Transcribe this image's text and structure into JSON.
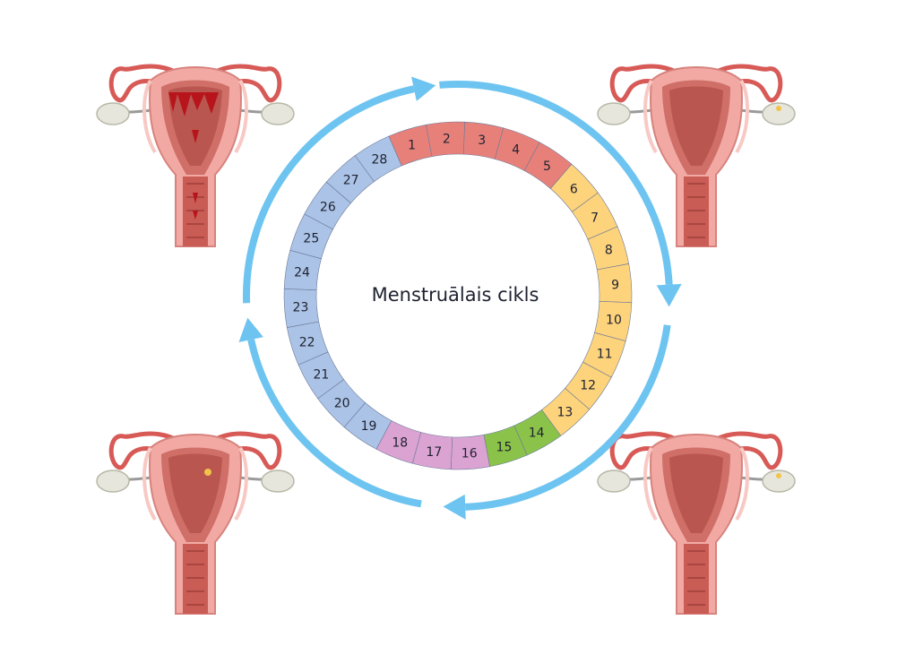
{
  "diagram": {
    "title": "Menstruālais cikls",
    "days": [
      "1",
      "2",
      "3",
      "4",
      "5",
      "6",
      "7",
      "8",
      "9",
      "10",
      "11",
      "12",
      "13",
      "14",
      "15",
      "16",
      "17",
      "18",
      "19",
      "20",
      "21",
      "22",
      "23",
      "24",
      "25",
      "26",
      "27",
      "28"
    ],
    "phases": [
      {
        "id": "menstrual",
        "from": 1,
        "to": 5,
        "color": "#e8807a"
      },
      {
        "id": "follicular",
        "from": 6,
        "to": 13,
        "color": "#fdd37c"
      },
      {
        "id": "ovulation",
        "from": 14,
        "to": 15,
        "color": "#8bc34a"
      },
      {
        "id": "early-luteal",
        "from": 16,
        "to": 18,
        "color": "#dba3d2"
      },
      {
        "id": "luteal",
        "from": 19,
        "to": 28,
        "color": "#abc3e6"
      }
    ],
    "arrow_color": "#6ec4f0",
    "illustrations": [
      {
        "id": "uterus-top-left",
        "bleeding": true,
        "egg": false,
        "ovary_egg": false
      },
      {
        "id": "uterus-top-right",
        "bleeding": false,
        "egg": false,
        "ovary_egg": true
      },
      {
        "id": "uterus-bottom-left",
        "bleeding": false,
        "egg": true,
        "ovary_egg": false
      },
      {
        "id": "uterus-bottom-right",
        "bleeding": false,
        "egg": false,
        "ovary_egg": true
      }
    ]
  }
}
